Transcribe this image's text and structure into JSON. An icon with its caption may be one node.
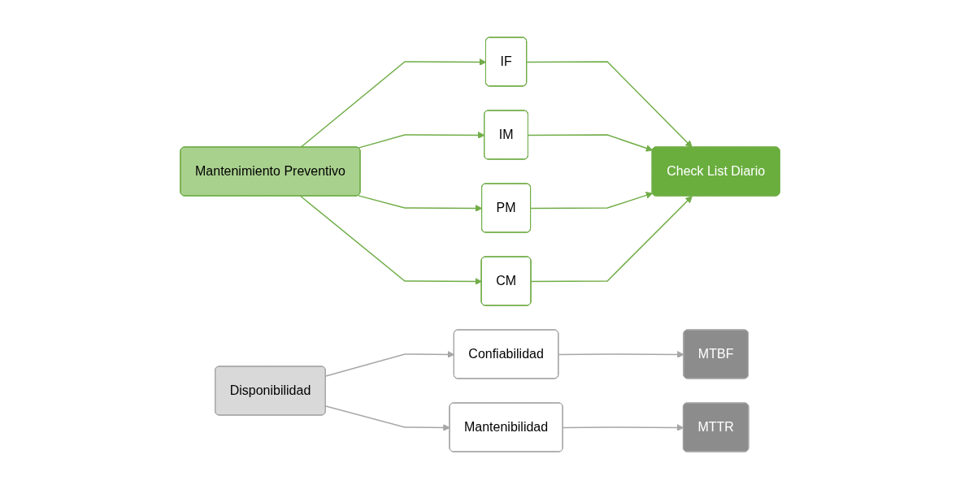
{
  "diagram": {
    "nodes": [
      {
        "text": [
          "Mantenimiento Preventivo"
        ]
      },
      {
        "text": [
          "IF"
        ]
      },
      {
        "text": [
          "IM"
        ]
      },
      {
        "text": [
          "PM"
        ]
      },
      {
        "text": [
          "CM"
        ]
      },
      {
        "text": [
          "Check List Diario"
        ]
      },
      {
        "text": [
          "Disponibilidad"
        ]
      },
      {
        "text": [
          "Confiabilidad"
        ]
      },
      {
        "text": [
          "Mantenibilidad"
        ]
      },
      {
        "text": [
          "MTBF"
        ]
      },
      {
        "text": [
          "MTTR"
        ]
      }
    ],
    "edges": [
      {
        "from": 0,
        "to": 1,
        "arrow": "to"
      },
      {
        "from": 0,
        "to": 2,
        "arrow": "to"
      },
      {
        "from": 0,
        "to": 3,
        "arrow": "to"
      },
      {
        "from": 0,
        "to": 4,
        "arrow": "to"
      },
      {
        "from": 1,
        "to": 5,
        "arrow": "to"
      },
      {
        "from": 2,
        "to": 5,
        "arrow": "to"
      },
      {
        "from": 3,
        "to": 5,
        "arrow": "to"
      },
      {
        "from": 4,
        "to": 5,
        "arrow": "to"
      },
      {
        "from": 6,
        "to": 7,
        "arrow": "to",
        "color": "#a6a6a6"
      },
      {
        "from": 6,
        "to": 8,
        "arrow": "to",
        "color": "#a6a6a6"
      },
      {
        "from": 7,
        "to": 9,
        "arrow": "to",
        "color": "#a6a6a6"
      },
      {
        "from": 8,
        "to": 10,
        "arrow": "to",
        "color": "#a6a6a6"
      }
    ]
  }
}
